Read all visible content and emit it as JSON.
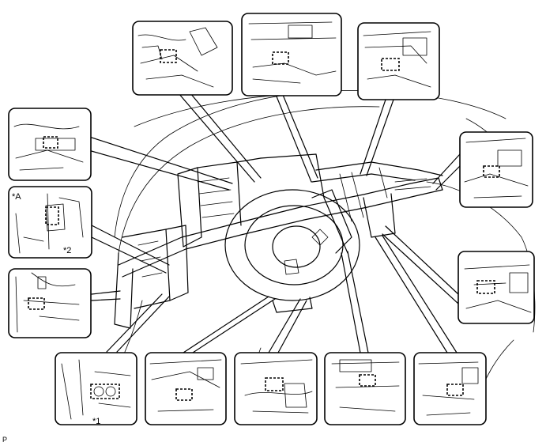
{
  "labels": {
    "view_a": "*A",
    "callout_1": "*1",
    "callout_2": "*2",
    "figure_code": "P"
  },
  "colors": {
    "line": "#000000",
    "background": "#ffffff"
  }
}
